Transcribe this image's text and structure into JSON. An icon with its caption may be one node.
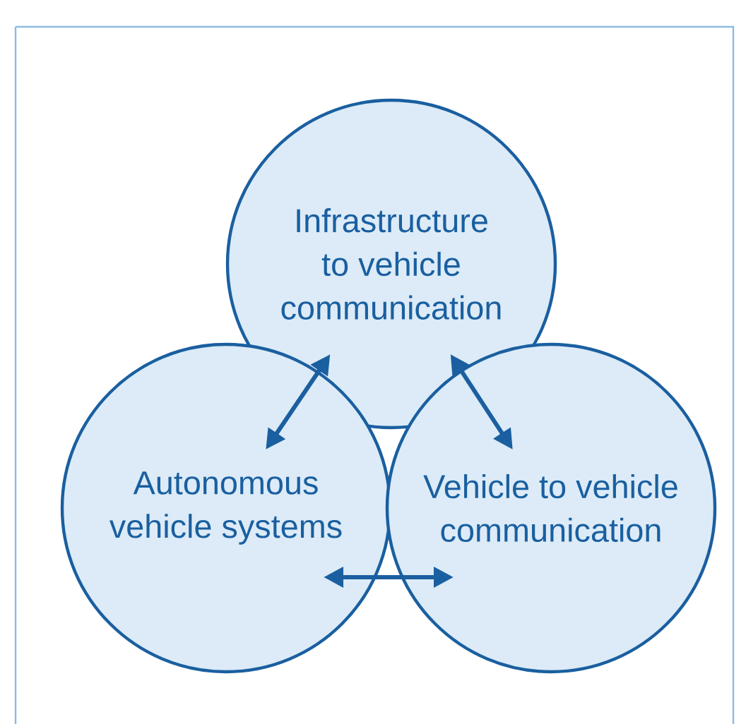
{
  "diagram": {
    "nodes": [
      {
        "text": [
          "Infrastructure to vehicle communication"
        ]
      },
      {
        "text": [
          "Autonomous vehicle systems"
        ]
      },
      {
        "text": [
          "Vehicle to vehicle communication"
        ]
      }
    ],
    "edges": [
      {
        "from": 0,
        "to": 1,
        "arrow": "both"
      },
      {
        "from": 0,
        "to": 2,
        "arrow": "both"
      },
      {
        "from": 1,
        "to": 2,
        "arrow": "both"
      }
    ]
  }
}
